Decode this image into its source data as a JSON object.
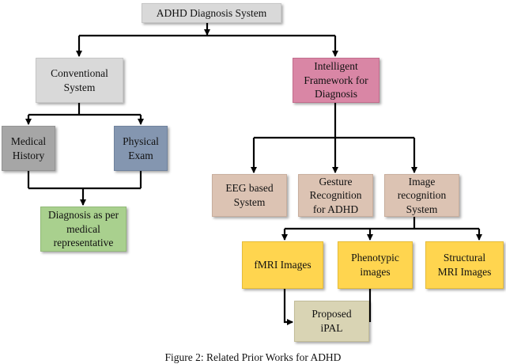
{
  "nodes": {
    "root": "ADHD Diagnosis System",
    "conventional": "Conventional\nSystem",
    "intelligent": "Intelligent\nFramework for\nDiagnosis",
    "medical_history": "Medical\nHistory",
    "physical_exam": "Physical\nExam",
    "diagnosis_medical": "Diagnosis as per\nmedical\nrepresentative",
    "eeg": "EEG based\nSystem",
    "gesture": "Gesture\nRecognition\nfor ADHD",
    "image_recognition": "Image\nrecognition\nSystem",
    "fmri": "fMRI Images",
    "phenotypic": "Phenotypic\nimages",
    "structural_mri": "Structural\nMRI Images",
    "ipal": "Proposed\niPAL"
  },
  "caption": "Figure 2: Related Prior Works for ADHD",
  "colors": {
    "light_gray": "#d9d9d9",
    "dark_gray": "#a6a6a6",
    "slate_blue": "#8496b0",
    "green": "#a9d08e",
    "pink": "#d986a5",
    "tan": "#dcc3b3",
    "gold": "#ffd54f",
    "khaki": "#d9d4b4",
    "connector": "#000000"
  }
}
